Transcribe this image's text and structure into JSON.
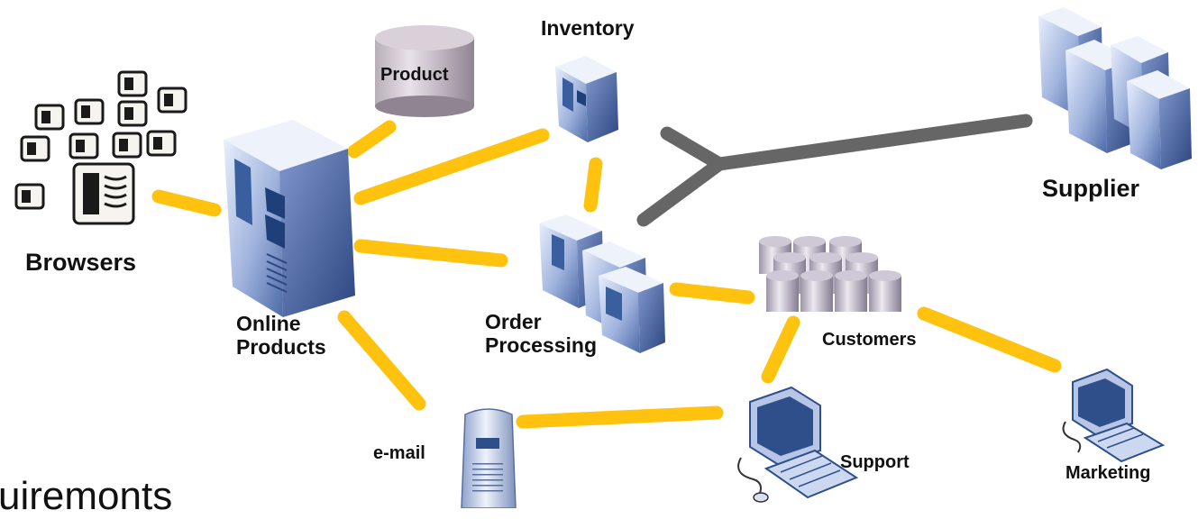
{
  "nodes": {
    "browsers": "Browsers",
    "online_products": [
      "Online",
      "Products"
    ],
    "product": "Product",
    "inventory": "Inventory",
    "supplier": "Supplier",
    "order_processing": [
      "Order",
      "Processing"
    ],
    "customers": "Customers",
    "email": "e-mail",
    "support": "Support",
    "marketing": "Marketing"
  },
  "footer_text": "uiremonts",
  "colors": {
    "link": "#ffc20e",
    "supplier_link": "#666666",
    "server_light": "#c9d6ee",
    "server_dark": "#3d5a9c",
    "screen": "#2f4f8a"
  }
}
